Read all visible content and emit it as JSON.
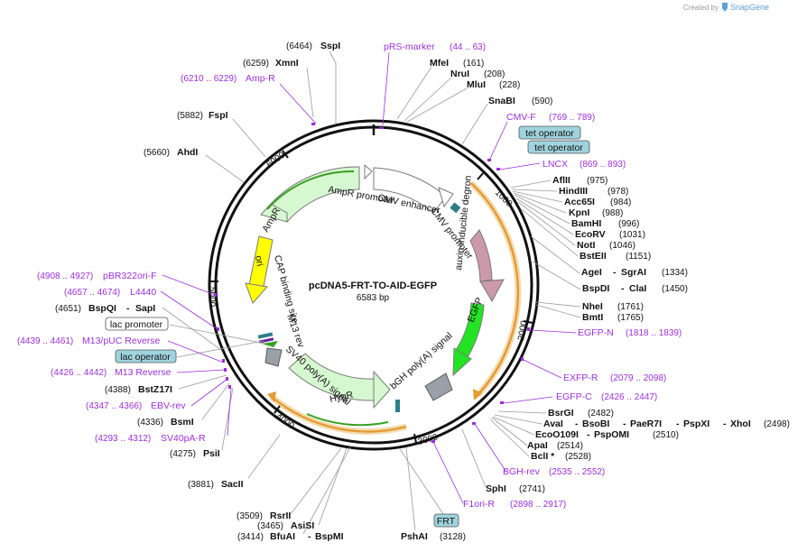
{
  "watermark": {
    "prefix": "Created by",
    "brand": "SnapGene"
  },
  "plasmid": {
    "name": "pcDNA5-FRT-TO-AID-EGFP",
    "length": "6583 bp"
  },
  "ticks": [
    "1000",
    "2000",
    "3000",
    "4000",
    "5000",
    "6000"
  ],
  "features": {
    "ampr_promoter": "AmpR promoter",
    "cmv_enhancer": "CMV enhancer",
    "cmv_promoter": "CMV promoter",
    "degron": "auxin-inducible degron",
    "egfp": "EGFP",
    "bgh": "bGH poly(A) signal",
    "hygr": "HygR",
    "sv40": "SV40 poly(A) signal",
    "m13rev": "M13 rev",
    "cap": "CAP binding site",
    "ori": "ori",
    "ampr": "AmpR"
  },
  "sites": {
    "ssp": {
      "pos": "(6464)",
      "name": "SspI"
    },
    "xmn": {
      "pos": "(6259)",
      "name": "XmnI"
    },
    "fsp": {
      "pos": "(5882)",
      "name": "FspI"
    },
    "ahd": {
      "pos": "(5660)",
      "name": "AhdI"
    },
    "bspqi": {
      "pos": "(4651)",
      "name": "BspQI",
      "name2": "SapI"
    },
    "bstz": {
      "pos": "(4388)",
      "name": "BstZ17I"
    },
    "bsmi": {
      "pos": "(4336)",
      "name": "BsmI"
    },
    "psii": {
      "pos": "(4275)",
      "name": "PsiI"
    },
    "sacii": {
      "pos": "(3881)",
      "name": "SacII"
    },
    "rsrii": {
      "pos": "(3509)",
      "name": "RsrII"
    },
    "asisi": {
      "pos": "(3465)",
      "name": "AsiSI"
    },
    "bfuai": {
      "pos": "(3414)",
      "name": "BfuAI",
      "name2": "BspMI"
    },
    "pshai": {
      "name": "PshAI",
      "pos": "(3128)"
    },
    "mfei": {
      "name": "MfeI",
      "pos": "(161)"
    },
    "nrui": {
      "name": "NruI",
      "pos": "(208)"
    },
    "mlui": {
      "name": "MluI",
      "pos": "(228)"
    },
    "snabi": {
      "name": "SnaBI",
      "pos": "(590)"
    },
    "aflii": {
      "name": "AflII",
      "pos": "(975)"
    },
    "hind": {
      "name": "HindIII",
      "pos": "(978)"
    },
    "acc": {
      "name": "Acc65I",
      "pos": "(984)"
    },
    "kpn": {
      "name": "KpnI",
      "pos": "(988)"
    },
    "bamhi": {
      "name": "BamHI",
      "pos": "(996)"
    },
    "ecorv": {
      "name": "EcoRV",
      "pos": "(1031)"
    },
    "noti": {
      "name": "NotI",
      "pos": "(1046)"
    },
    "bsteii": {
      "name": "BstEII",
      "pos": "(1151)"
    },
    "agei": {
      "name": "AgeI",
      "name2": "SgrAI",
      "pos": "(1334)"
    },
    "bspdi": {
      "name": "BspDI",
      "name2": "ClaI",
      "pos": "(1450)"
    },
    "nhei": {
      "name": "NheI",
      "pos": "(1761)"
    },
    "bmti": {
      "name": "BmtI",
      "pos": "(1765)"
    },
    "bsrgi": {
      "name": "BsrGI",
      "pos": "(2482)"
    },
    "avai": {
      "name": "AvaI",
      "name2": "BsoBI",
      "name3": "PaeR7I",
      "name4": "PspXI",
      "name5": "XhoI",
      "pos": "(2498)"
    },
    "eco109": {
      "name": "EcoO109I",
      "name2": "PspOMI",
      "pos": "(2510)"
    },
    "apai": {
      "name": "ApaI",
      "pos": "(2514)"
    },
    "bcli": {
      "name": "BclI *",
      "pos": "(2528)"
    },
    "sphi": {
      "name": "SphI",
      "pos": "(2741)"
    }
  },
  "primers": {
    "prs": {
      "name": "pRS-marker",
      "range": "(44 .. 63)"
    },
    "ampr": {
      "range": "(6210 .. 6229)",
      "name": "Amp-R"
    },
    "cmvf": {
      "name": "CMV-F",
      "range": "(769 .. 789)"
    },
    "lncx": {
      "name": "LNCX",
      "range": "(869 .. 893)"
    },
    "pbr": {
      "range": "(4908 .. 4927)",
      "name": "pBR322ori-F"
    },
    "l4440": {
      "range": "(4657 .. 4674)",
      "name": "L4440"
    },
    "m13puc": {
      "range": "(4439 .. 4461)",
      "name": "M13/pUC Reverse"
    },
    "m13r": {
      "range": "(4426 .. 4442)",
      "name": "M13 Reverse"
    },
    "ebv": {
      "range": "(4347 .. 4366)",
      "name": "EBV-rev"
    },
    "sv40pa": {
      "range": "(4293 .. 4312)",
      "name": "SV40pA-R"
    },
    "egfpn": {
      "name": "EGFP-N",
      "range": "(1818 .. 1839)"
    },
    "exfpr": {
      "name": "EXFP-R",
      "range": "(2079 .. 2098)"
    },
    "egfpc": {
      "name": "EGFP-C",
      "range": "(2426 .. 2447)"
    },
    "bghrev": {
      "name": "BGH-rev",
      "range": "(2535 .. 2552)"
    },
    "f1ori": {
      "name": "F1ori-R",
      "range": "(2898 .. 2917)"
    }
  },
  "boxed": {
    "tet1": "tet operator",
    "tet2": "tet operator",
    "lacprom": "lac promoter",
    "lacop": "lac operator",
    "frt": "FRT"
  },
  "colors": {
    "primer": "#9b30d9",
    "operator_fill": "#9fd3de",
    "ring": "#111111"
  }
}
